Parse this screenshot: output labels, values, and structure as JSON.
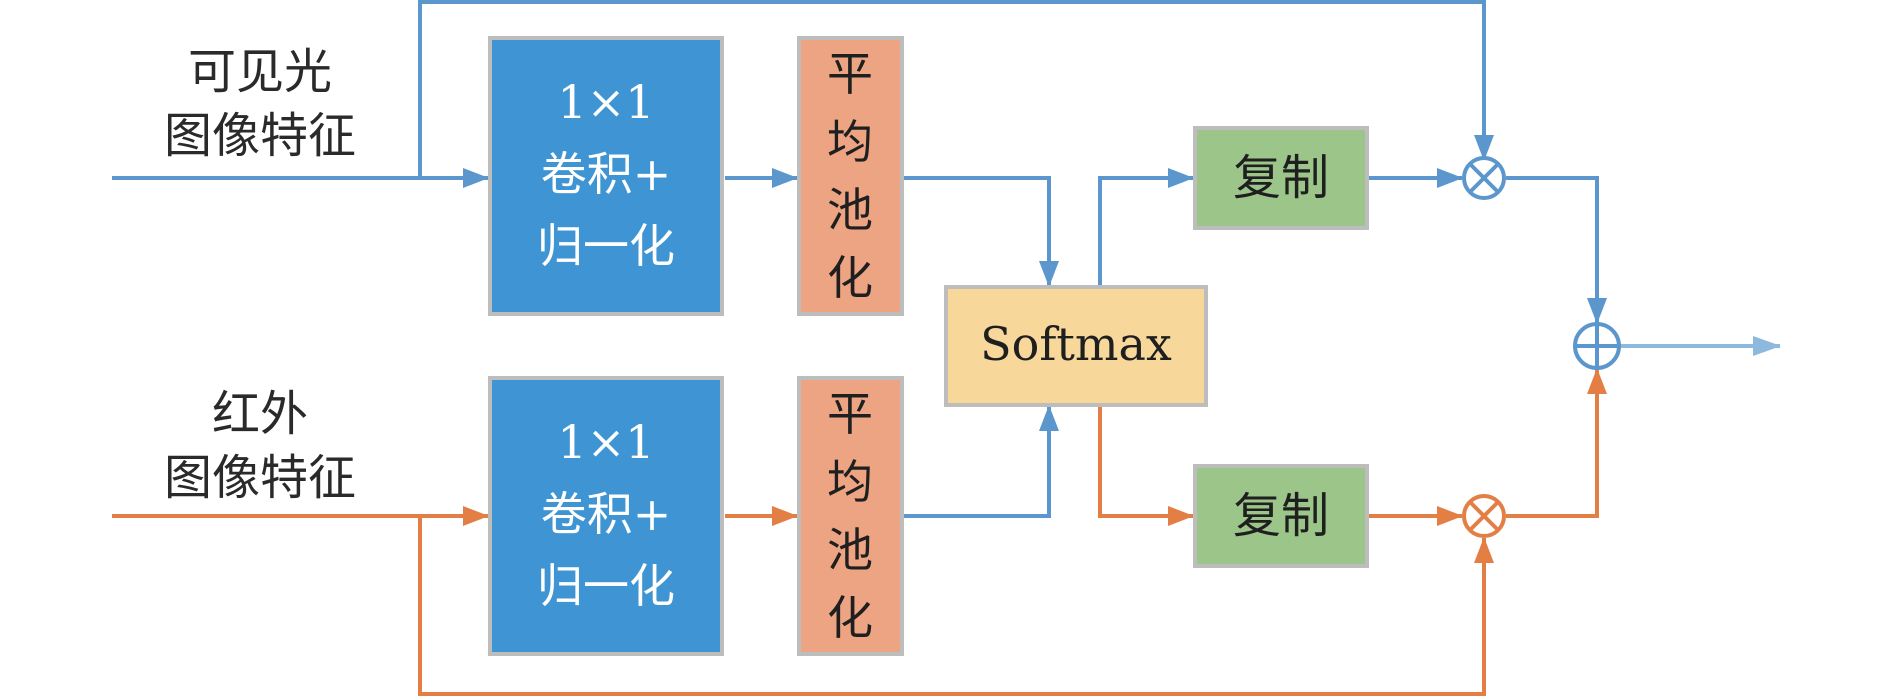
{
  "inputs": {
    "visible": {
      "line1": "可见光",
      "line2": "图像特征"
    },
    "infrared": {
      "line1": "红外",
      "line2": "图像特征"
    }
  },
  "conv_block": {
    "line1": "1×1",
    "line2": "卷积+",
    "line3": "归一化"
  },
  "pool_block": {
    "c1": "平",
    "c2": "均",
    "c3": "池",
    "c4": "化"
  },
  "softmax_label": "Softmax",
  "copy_label": "复制",
  "operators": {
    "multiply": "⊗",
    "add": "⊕"
  },
  "colors": {
    "blue_path": "#5b97cc",
    "orange_path": "#e37f45",
    "output_arrow": "#8db9df",
    "conv_fill": "#3f95d3",
    "pool_fill": "#eca483",
    "softmax_fill": "#f7d89a",
    "copy_fill": "#9cc58a",
    "box_border": "#bdbdbd"
  }
}
